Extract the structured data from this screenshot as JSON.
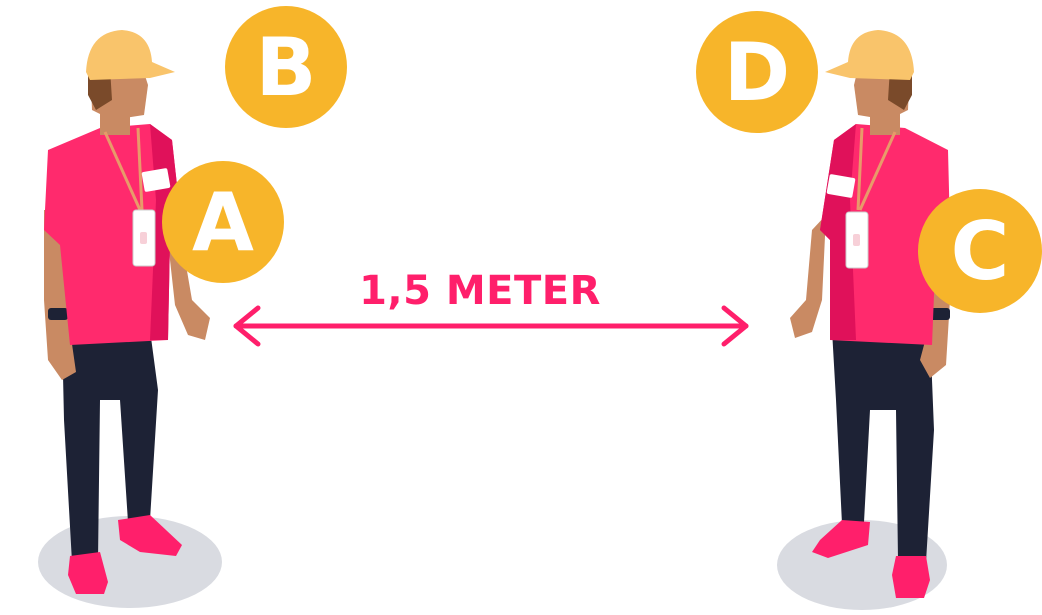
{
  "label": "1,5 METER",
  "badges": {
    "a": "A",
    "b": "B",
    "c": "C",
    "d": "D"
  },
  "colors": {
    "accent": "#ff1f6b",
    "shirt": "#ff2a6d",
    "shirt_dark": "#e0115a",
    "badge": "#f7b52a",
    "cap": "#f9c46b",
    "skin": "#c98a63",
    "hair": "#7a4a2a",
    "pants": "#1d2235",
    "shadow": "#d9dbe1",
    "lanyard": "#e89a6a"
  }
}
